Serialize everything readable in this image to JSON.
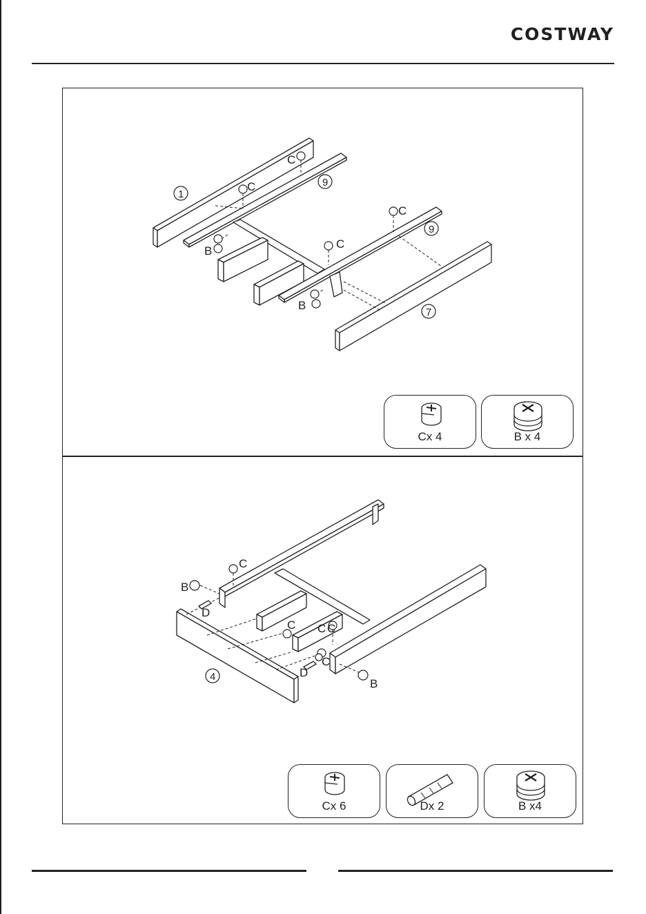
{
  "header": {
    "brand": "COSTWAY"
  },
  "step1": {
    "callouts": {
      "c1": "C",
      "c2": "C",
      "c3": "C",
      "c4": "C",
      "b1": "B",
      "b2": "B"
    },
    "parts": {
      "p1": "1",
      "p9a": "9",
      "p9b": "9",
      "p7": "7"
    },
    "hardware": [
      {
        "icon": "cam-lock-nut-icon",
        "label": "Cx 4"
      },
      {
        "icon": "cam-bolt-icon",
        "label": "B x 4"
      }
    ]
  },
  "step2": {
    "callouts": {
      "c1": "C",
      "c2": "C",
      "c3": "C",
      "c4": "C",
      "c5": "C",
      "b1": "B",
      "b2": "B",
      "d1": "D",
      "d2": "D"
    },
    "parts": {
      "p4": "4"
    },
    "hardware": [
      {
        "icon": "cam-lock-nut-icon",
        "label": "Cx 6"
      },
      {
        "icon": "wooden-dowel-icon",
        "label": "Dx 2"
      },
      {
        "icon": "cam-bolt-icon",
        "label": "B x4"
      }
    ]
  }
}
